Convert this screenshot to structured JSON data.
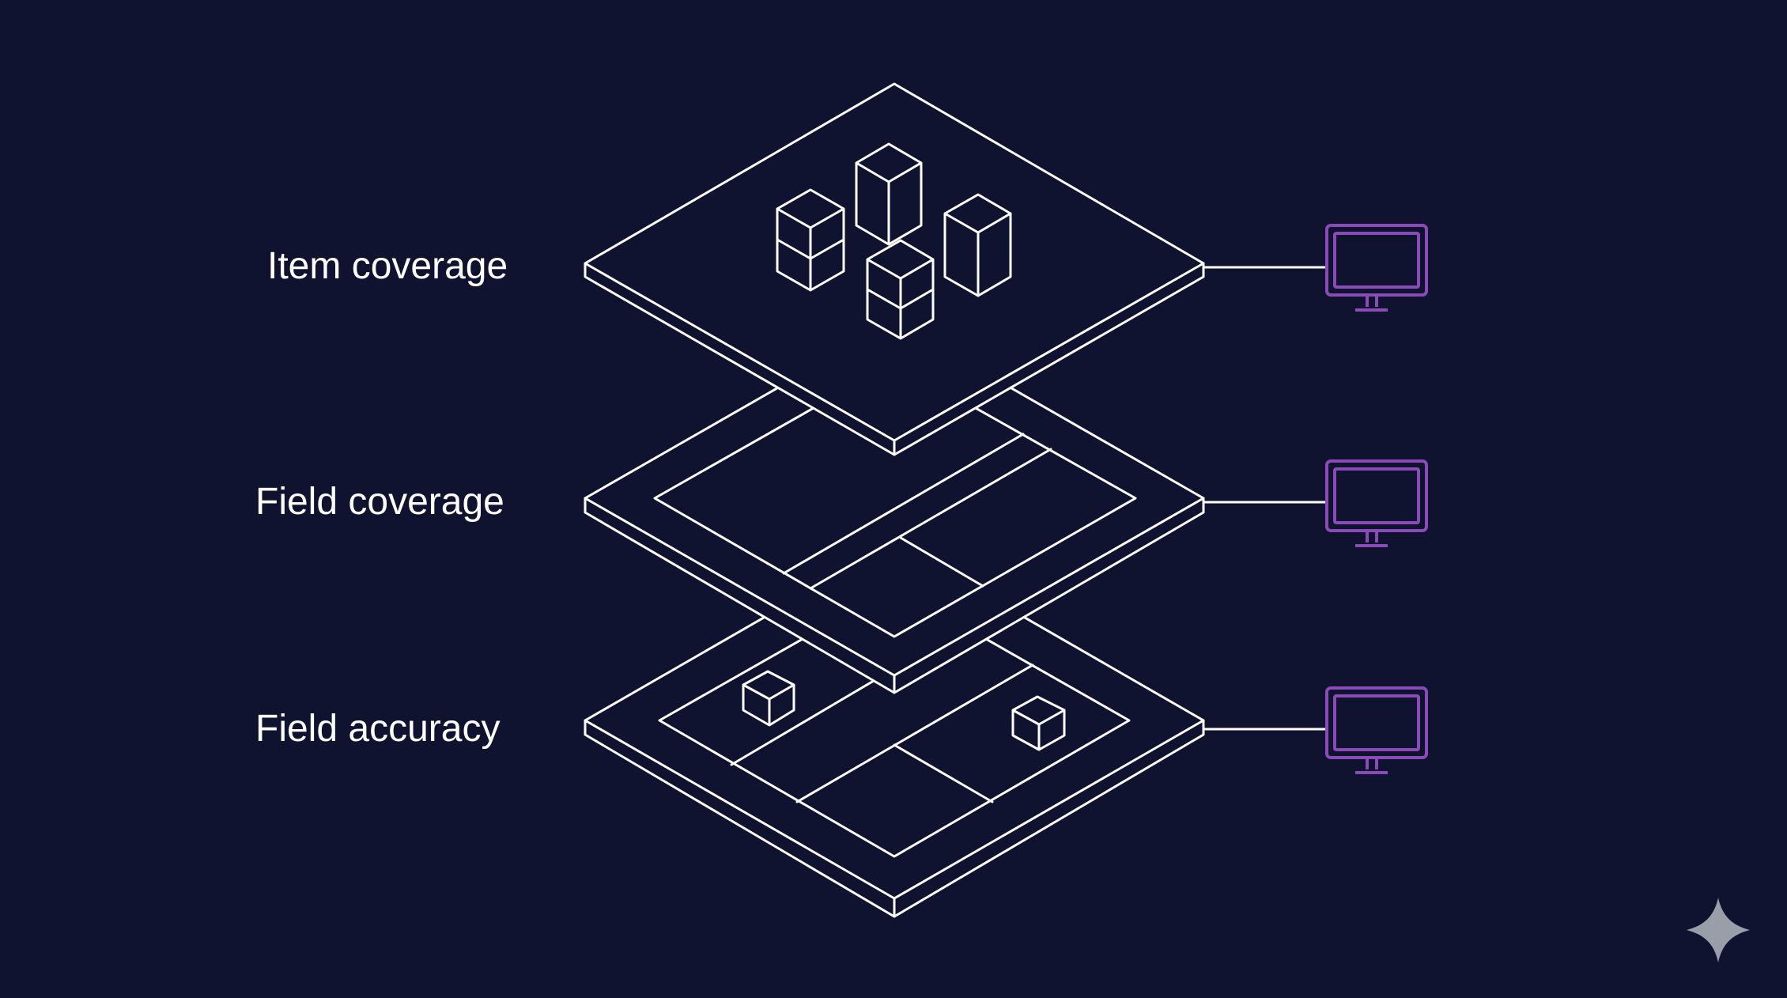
{
  "colors": {
    "background": "#0f1330",
    "line": "#ffffff",
    "accent": "#8a4ab8",
    "logo": "#9a9ea8"
  },
  "layers": [
    {
      "id": "item",
      "label": "Item coverage",
      "icon": "monitor-icon"
    },
    {
      "id": "field_coverage",
      "label": "Field coverage",
      "icon": "monitor-icon"
    },
    {
      "id": "field_accuracy",
      "label": "Field accuracy",
      "icon": "monitor-icon"
    }
  ],
  "logo_icon": "sparkle-icon"
}
